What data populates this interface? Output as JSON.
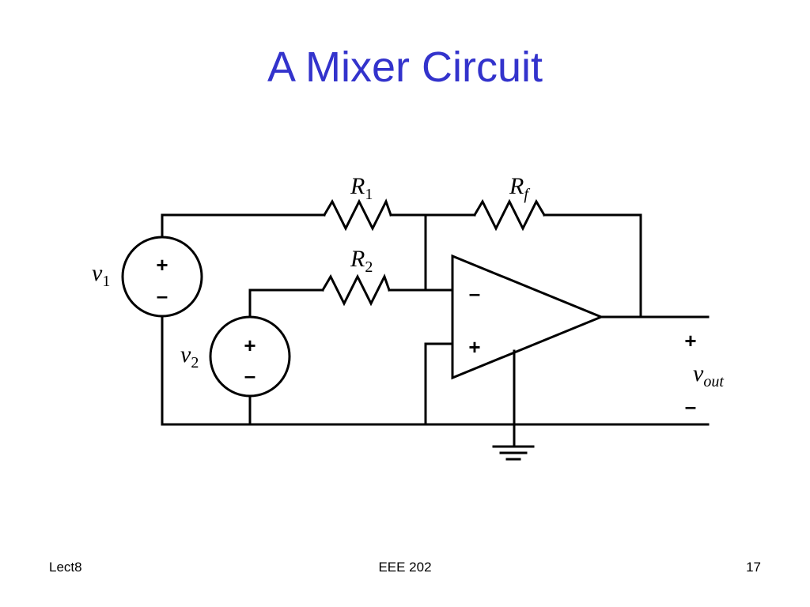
{
  "slide": {
    "title": "A Mixer Circuit"
  },
  "circuit": {
    "resistors": [
      {
        "id": "R1",
        "symbol": "R",
        "subscript": "1"
      },
      {
        "id": "R2",
        "symbol": "R",
        "subscript": "2"
      },
      {
        "id": "Rf",
        "symbol": "R",
        "subscript": "f"
      }
    ],
    "sources": [
      {
        "id": "v1",
        "symbol": "v",
        "subscript": "1",
        "plus": "+",
        "minus": "–"
      },
      {
        "id": "v2",
        "symbol": "v",
        "subscript": "2",
        "plus": "+",
        "minus": "–"
      }
    ],
    "opamp": {
      "inverting_sign": "–",
      "noninverting_sign": "+"
    },
    "output": {
      "symbol": "v",
      "subscript": "out",
      "plus": "+",
      "minus": "–"
    }
  },
  "footer": {
    "left": "Lect8",
    "center": "EEE 202",
    "right": "17"
  }
}
